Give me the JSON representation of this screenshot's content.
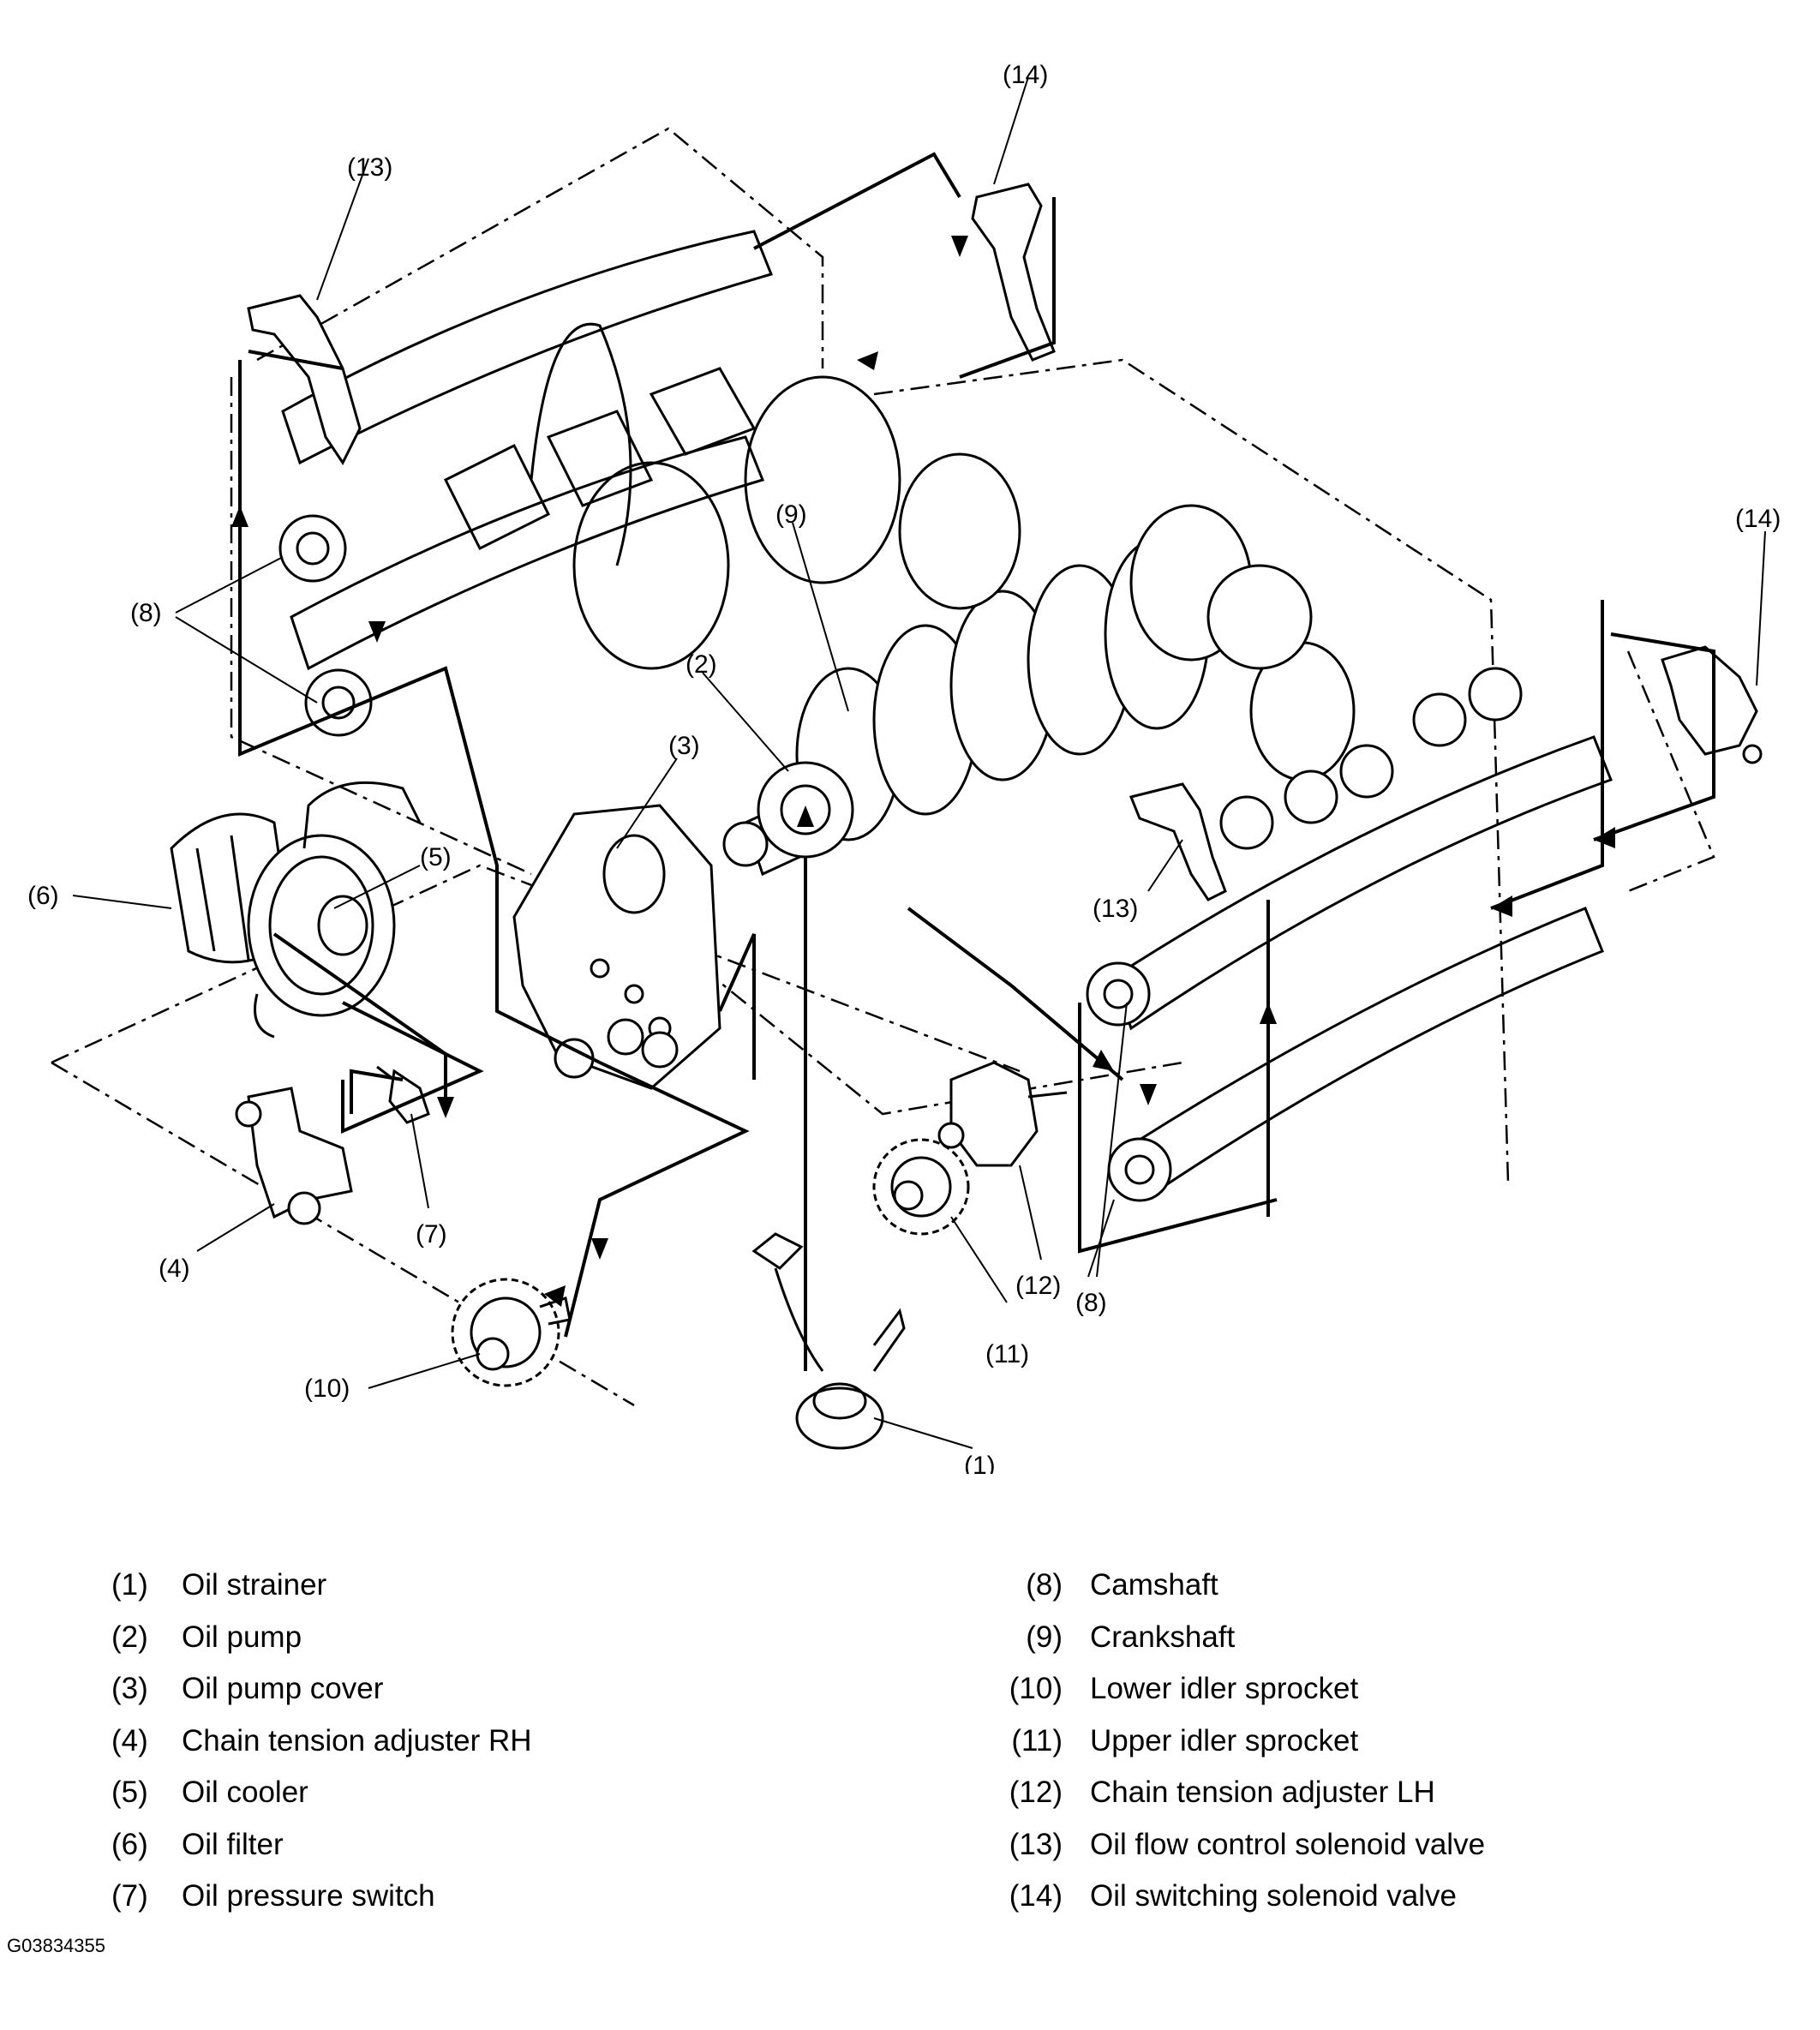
{
  "callouts": {
    "c1": "(1)",
    "c2": "(2)",
    "c3": "(3)",
    "c4": "(4)",
    "c5": "(5)",
    "c6": "(6)",
    "c7": "(7)",
    "c8a": "(8)",
    "c8b": "(8)",
    "c9": "(9)",
    "c10": "(10)",
    "c11": "(11)",
    "c12": "(12)",
    "c13a": "(13)",
    "c13b": "(13)",
    "c14a": "(14)",
    "c14b": "(14)"
  },
  "legend": {
    "left": [
      {
        "num": "(1)",
        "label": "Oil strainer"
      },
      {
        "num": "(2)",
        "label": "Oil pump"
      },
      {
        "num": "(3)",
        "label": "Oil pump cover"
      },
      {
        "num": "(4)",
        "label": "Chain tension adjuster RH"
      },
      {
        "num": "(5)",
        "label": "Oil cooler"
      },
      {
        "num": "(6)",
        "label": "Oil filter"
      },
      {
        "num": "(7)",
        "label": "Oil pressure switch"
      }
    ],
    "right": [
      {
        "num": "(8)",
        "label": "Camshaft"
      },
      {
        "num": "(9)",
        "label": "Crankshaft"
      },
      {
        "num": "(10)",
        "label": "Lower idler sprocket"
      },
      {
        "num": "(11)",
        "label": "Upper idler sprocket"
      },
      {
        "num": "(12)",
        "label": "Chain tension adjuster LH"
      },
      {
        "num": "(13)",
        "label": "Oil flow control solenoid valve"
      },
      {
        "num": "(14)",
        "label": "Oil switching solenoid valve"
      }
    ]
  },
  "figure_id": "G03834355"
}
